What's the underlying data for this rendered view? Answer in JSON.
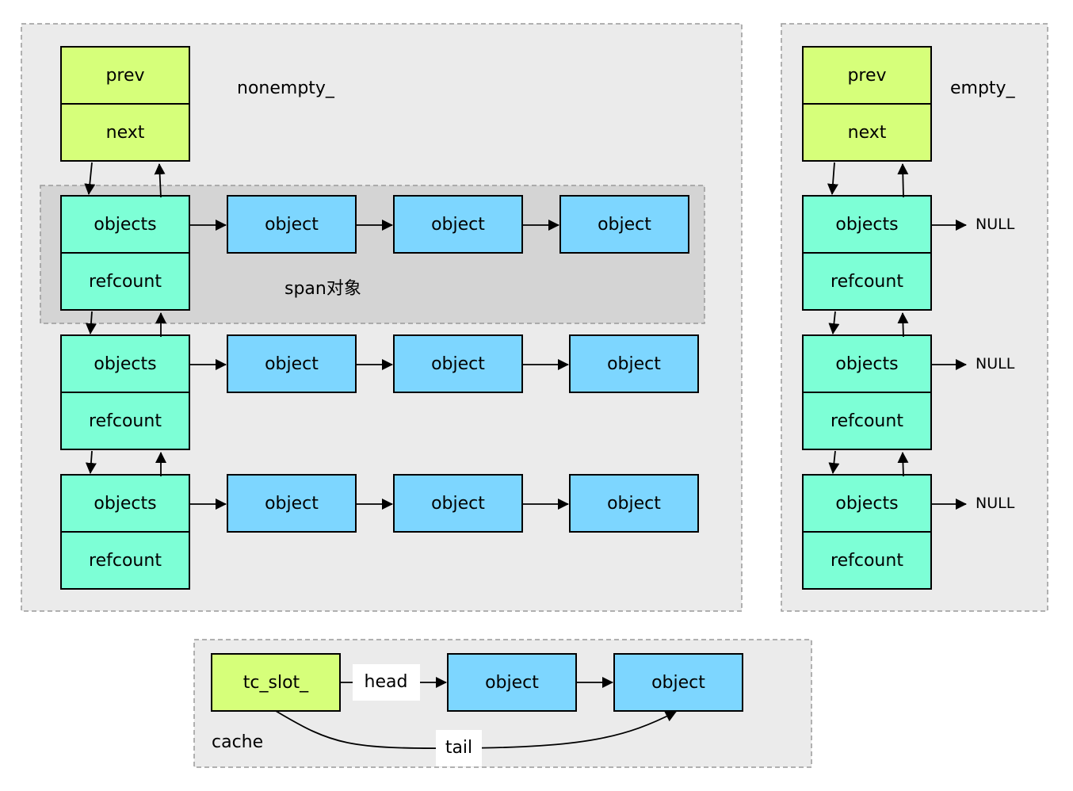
{
  "colors": {
    "header_box": "#d6ff7a",
    "span_box": "#7dffd6",
    "object_box": "#7dd6ff",
    "outer_group": "#ebebeb",
    "span_group": "#d4d4d4",
    "border": "#000000",
    "dashed_border": "#9a9a9a"
  },
  "nonempty": {
    "label": "nonempty_",
    "prev": "prev",
    "next": "next",
    "span_label": "span对象",
    "rows": [
      {
        "objects": "objects",
        "refcount": "refcount",
        "items": [
          "object",
          "object",
          "object"
        ]
      },
      {
        "objects": "objects",
        "refcount": "refcount",
        "items": [
          "object",
          "object",
          "object"
        ]
      },
      {
        "objects": "objects",
        "refcount": "refcount",
        "items": [
          "object",
          "object",
          "object"
        ]
      }
    ]
  },
  "empty": {
    "label": "empty_",
    "prev": "prev",
    "next": "next",
    "rows": [
      {
        "objects": "objects",
        "refcount": "refcount",
        "null": "NULL"
      },
      {
        "objects": "objects",
        "refcount": "refcount",
        "null": "NULL"
      },
      {
        "objects": "objects",
        "refcount": "refcount",
        "null": "NULL"
      }
    ]
  },
  "cache": {
    "label": "cache",
    "slot": "tc_slot_",
    "head": "head",
    "tail": "tail",
    "items": [
      "object",
      "object"
    ]
  }
}
